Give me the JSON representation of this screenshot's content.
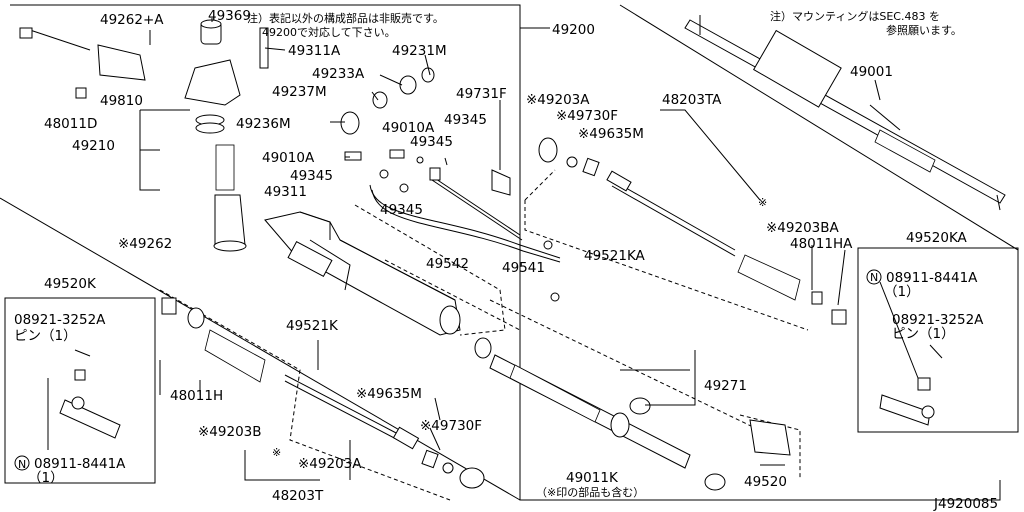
{
  "notes": {
    "top_center_line1": "注）表記以外の構成部品は非販売です。",
    "top_center_line2": "49200で対応して下さい。",
    "top_right_line1": "注）マウンティングはSEC.483 を",
    "top_right_line2": "参照願います。",
    "bottom_note": "（※印の部品も含む）"
  },
  "figure_id": "J4920085",
  "callouts": {
    "p49262A": "49262+A",
    "p49369": "49369",
    "p49311A": "49311A",
    "p49231M": "49231M",
    "p49233A": "49233A",
    "p49237M": "49237M",
    "p49810": "49810",
    "p48011D": "48011D",
    "p49236M": "49236M",
    "p49210": "49210",
    "p49010A_a": "49010A",
    "p49010A_b": "49010A",
    "p49345_a": "49345",
    "p49345_b": "49345",
    "p49345_c": "49345",
    "p49345_d": "49345",
    "p49311": "49311",
    "p49262s": "※49262",
    "p49731F": "49731F",
    "p49200": "49200",
    "p49203A_top": "※49203A",
    "p49730F_top": "※49730F",
    "p49635M_top": "※49635M",
    "p48203TA": "48203TA",
    "p49001": "49001",
    "p49542": "49542",
    "p49541": "49541",
    "p49521KA": "49521KA",
    "p49203BA": "※49203BA",
    "p48011HA": "48011HA",
    "p49520KA": "49520KA",
    "p49520K": "49520K",
    "p08921_left": "08921-3252A",
    "pin_left": "ピン（1）",
    "p08911_left": "08911-8441A",
    "q_left": "（1）",
    "p08911_right": "08911-8441A",
    "q_right": "（1）",
    "p08921_right": "08921-3252A",
    "pin_right": "ピン（1）",
    "p48011H": "48011H",
    "p49203B": "※49203B",
    "p49521K": "49521K",
    "p49635M_bot": "※49635M",
    "p49730F_bot": "※49730F",
    "p49203A_bot": "※49203A",
    "p48203T": "48203T",
    "p49271": "49271",
    "p49011K": "49011K",
    "p49520": "49520",
    "star_a": "※",
    "star_b": "※",
    "n_mark": "N"
  }
}
